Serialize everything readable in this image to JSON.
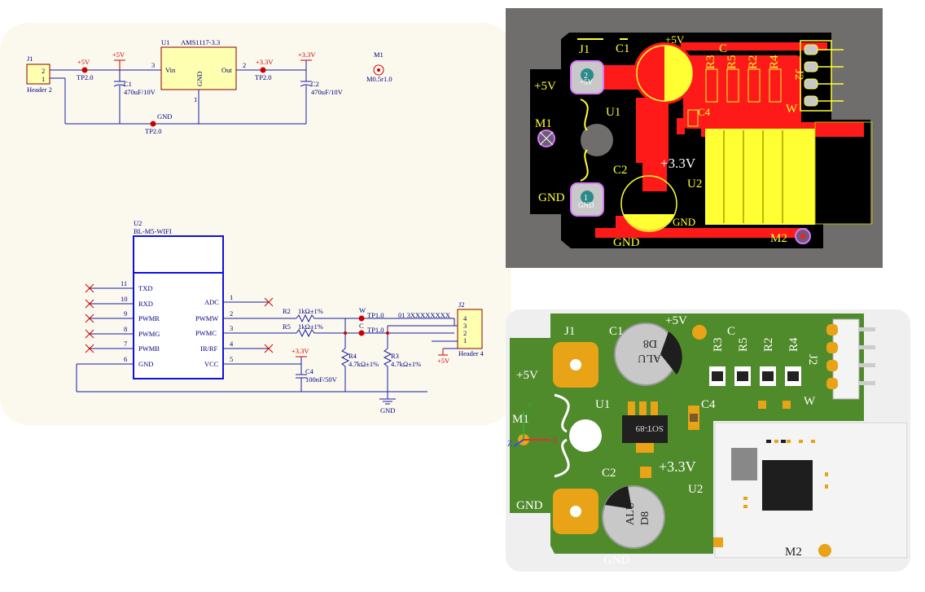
{
  "schematic": {
    "j1": {
      "ref": "J1",
      "name": "Header 2",
      "pins": [
        "2",
        "1"
      ]
    },
    "u1": {
      "ref": "U1",
      "part": "AMS1117-3.3",
      "vin": "Vin",
      "gnd": "GND",
      "out": "Out",
      "pin_vin": "3",
      "pin_out": "2",
      "pin_gnd": "1"
    },
    "m1": {
      "ref": "M1",
      "value": "M0.5r1.0"
    },
    "c1": {
      "ref": "C1",
      "value": "470uF/10V"
    },
    "c2": {
      "ref": "C2",
      "value": "470uF/10V"
    },
    "c4": {
      "ref": "C4",
      "value": "100nF/50V"
    },
    "nets": {
      "p5v": "+5V",
      "p3v3": "+3.3V",
      "gnd": "GND",
      "tp": "TP2.0",
      "tp1": "TP1.0",
      "w": "W",
      "c": "C"
    },
    "u2": {
      "ref": "U2",
      "part": "BL-M5-WIFI",
      "left_pins": [
        {
          "num": "11",
          "name": "TXD"
        },
        {
          "num": "10",
          "name": "RXD"
        },
        {
          "num": "9",
          "name": "PWMR"
        },
        {
          "num": "8",
          "name": "PWMG"
        },
        {
          "num": "7",
          "name": "PWMB"
        },
        {
          "num": "6",
          "name": "GND"
        }
      ],
      "right_pins": [
        {
          "num": "1",
          "name": "ADC"
        },
        {
          "num": "2",
          "name": "PWMW"
        },
        {
          "num": "3",
          "name": "PWMC"
        },
        {
          "num": "4",
          "name": "IR/RF"
        },
        {
          "num": "5",
          "name": "VCC"
        }
      ]
    },
    "r2": {
      "ref": "R2",
      "value": "1kΩ±1%"
    },
    "r5": {
      "ref": "R5",
      "value": "1kΩ±1%"
    },
    "r3": {
      "ref": "R3",
      "value": "4.7kΩ±1%"
    },
    "r4": {
      "ref": "R4",
      "value": "4.7kΩ±1%"
    },
    "j2": {
      "ref": "J2",
      "name": "Header 4",
      "pins": [
        "4",
        "3",
        "2",
        "1"
      ],
      "extra": "01 3XXXXXXXX"
    }
  },
  "pcb": {
    "labels": {
      "j1": "J1",
      "c1": "C1",
      "p5v": "+5V",
      "c": "C",
      "r3": "R3",
      "r5": "R5",
      "r2": "R2",
      "r4": "R4",
      "j2": "J2",
      "p5v_left": "+5V",
      "u1": "U1",
      "c4": "C4",
      "w": "W",
      "m1": "M1",
      "c2": "C2",
      "p3v3": "+3.3V",
      "u2": "U2",
      "gnd_left": "GND",
      "gnd_bottom": "GND",
      "gnd_bottom2": "GND",
      "m2": "M2",
      "pad2": "2",
      "pad2_net": "+5V",
      "pad1": "1",
      "pad1_net": "GND"
    },
    "colors": {
      "board": "#000000",
      "copper": "#ff1a1a",
      "silk": "#ffff33",
      "pad": "#c8c8c8",
      "background": "#6f6e6c"
    }
  },
  "pcb3d": {
    "labels": {
      "j1": "J1",
      "c1": "C1",
      "p5v": "+5V",
      "c": "C",
      "r3": "R3",
      "r5": "R5",
      "r2": "R2",
      "r4": "R4",
      "j2": "J2",
      "p5v_left": "+5V",
      "u1": "U1",
      "c4": "C4",
      "w": "W",
      "m1": "M1",
      "c2": "C2",
      "p3v3": "+3.3V",
      "u2": "U2",
      "gnd_left": "GND",
      "gnd_bottom": "GND",
      "m2": "M2",
      "cap_top_a": "D8",
      "cap_top_b": "ALU",
      "cap_bottom_a": "ALU",
      "cap_bottom_b": "D8",
      "reg_marking": "SOT-89",
      "axis_x": "X",
      "axis_y": "Y",
      "axis_z": "Z"
    },
    "colors": {
      "board": "#4f8a2b",
      "pad": "#e8a317",
      "silk": "#ffffff"
    }
  }
}
